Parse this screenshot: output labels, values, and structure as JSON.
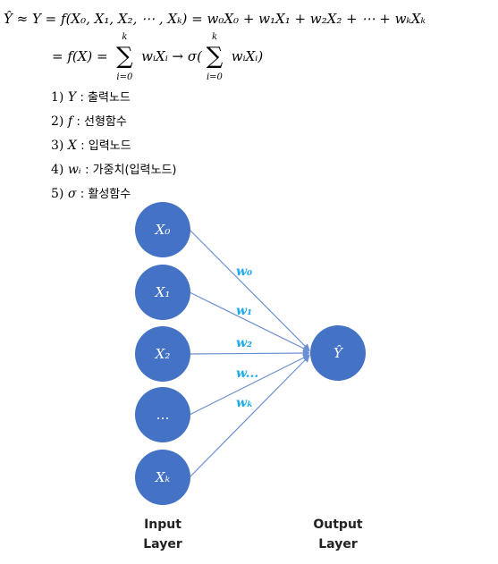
{
  "equations": {
    "line1": "Ŷ ≈ Y = f(X₀, X₁, X₂, ⋯ , Xₖ) = w₀X₀ + w₁X₁ + w₂X₂ + ⋯ + wₖXₖ",
    "line2_left": "= f(X) =",
    "sum_term": "wᵢXᵢ",
    "arrow": "→",
    "sigma_open": "σ(",
    "sigma_close": ")",
    "sum_upper": "k",
    "sum_lower": "i=0"
  },
  "legend": [
    {
      "num": "1)",
      "symbol": "Y",
      "desc": ": 출력노드"
    },
    {
      "num": "2)",
      "symbol": "f",
      "desc": ": 선형함수"
    },
    {
      "num": "3)",
      "symbol": "X",
      "desc": ": 입력노드"
    },
    {
      "num": "4)",
      "symbol": "wᵢ",
      "desc": ": 가중치(입력노드)"
    },
    {
      "num": "5)",
      "symbol": "σ",
      "desc": ": 활성함수"
    }
  ],
  "diagram": {
    "input_nodes": [
      "X₀",
      "X₁",
      "X₂",
      "…",
      "Xₖ"
    ],
    "output_node": "Ŷ",
    "weights": [
      "w₀",
      "w₁",
      "w₂",
      "w...",
      "wₖ"
    ],
    "input_layer_label": [
      "Input",
      "Layer"
    ],
    "output_layer_label": [
      "Output",
      "Layer"
    ],
    "colors": {
      "node_fill": "#4472c4",
      "edge": "#6a8fd2",
      "weight_text": "#1fa9e8"
    }
  }
}
